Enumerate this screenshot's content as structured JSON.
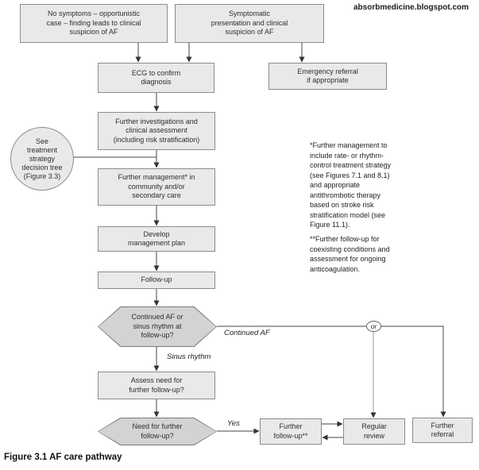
{
  "watermark": "absorbmedicine.blogspot.com",
  "caption": "Figure 3.1 AF care pathway",
  "nodes": {
    "no_symptoms": "No symptoms – opportunistic\ncase – finding leads to clinical\nsuspicion of AF",
    "symptomatic": "Symptomatic\npresentation and clinical\nsuspicion of AF",
    "ecg": "ECG to confirm\ndiagnosis",
    "emergency": "Emergency referral\nif appropriate",
    "investigations": "Further investigations and\nclinical assessment\n(including risk stratification)",
    "see_treatment": "See\ntreatment\nstrategy\ndecision tree\n(Figure 3.3)",
    "further_management": "Further management* in\ncommunity and/or\nsecondary care",
    "develop_plan": "Develop\nmanagement plan",
    "follow_up": "Follow-up",
    "continued_af_question": "Continued AF or\nsinus rhythm at\nfollow-up?",
    "assess_need": "Assess need for\nfurther follow-up?",
    "need_further_question": "Need for further\nfollow-up?",
    "further_follow_up": "Further\nfollow-up**",
    "regular_review": "Regular\nreview",
    "further_referral": "Further\nreferral"
  },
  "edge_labels": {
    "continued_af": "Continued AF",
    "sinus_rhythm": "Sinus rhythm",
    "yes": "Yes",
    "or": "or"
  },
  "notes": {
    "note1": "*Further management to\ninclude rate- or rhythm-\ncontrol treatment strategy\n(see Figures 7.1 and 8.1)\nand appropriate\nantithrombotic therapy\nbased on stroke risk\nstratification model (see\nFigure 11.1).",
    "note2": "**Further follow-up for\ncoexisting conditions and\nassessment for ongoing\nanticoagulation."
  },
  "colors": {
    "box_fill": "#e9e9e9",
    "box_border": "#8c8c8c",
    "hex_fill": "#d3d3d3",
    "hex_border": "#7a7a7a",
    "line": "#444444",
    "gray_line": "#9a9a9a",
    "text": "#2e2e2e"
  }
}
